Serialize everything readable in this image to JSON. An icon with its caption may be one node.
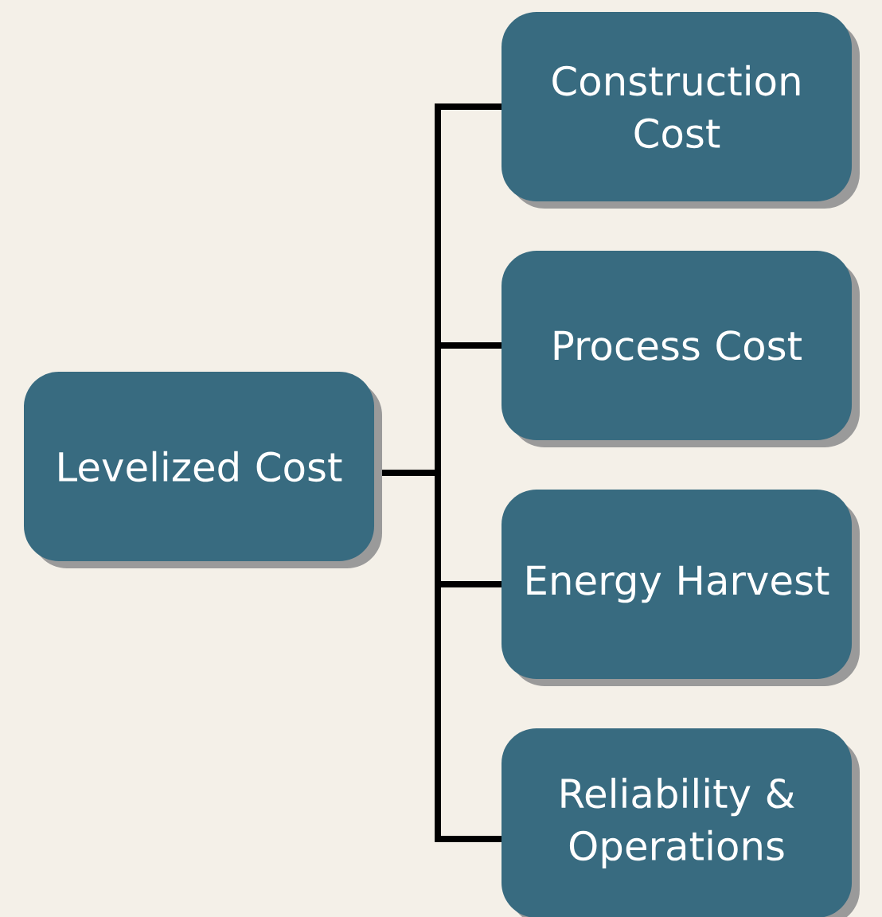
{
  "diagram": {
    "nodes": [
      {
        "text": [
          "Levelized Cost"
        ]
      },
      {
        "text": [
          "Construction Cost"
        ]
      },
      {
        "text": [
          "Process Cost"
        ]
      },
      {
        "text": [
          "Energy Harvest"
        ]
      },
      {
        "text": [
          "Reliability & Operations"
        ]
      }
    ],
    "edges": [
      {
        "from": 0,
        "to": 1,
        "arrow": "none"
      },
      {
        "from": 0,
        "to": 2,
        "arrow": "none"
      },
      {
        "from": 0,
        "to": 3,
        "arrow": "none"
      },
      {
        "from": 0,
        "to": 4,
        "arrow": "none"
      }
    ]
  }
}
